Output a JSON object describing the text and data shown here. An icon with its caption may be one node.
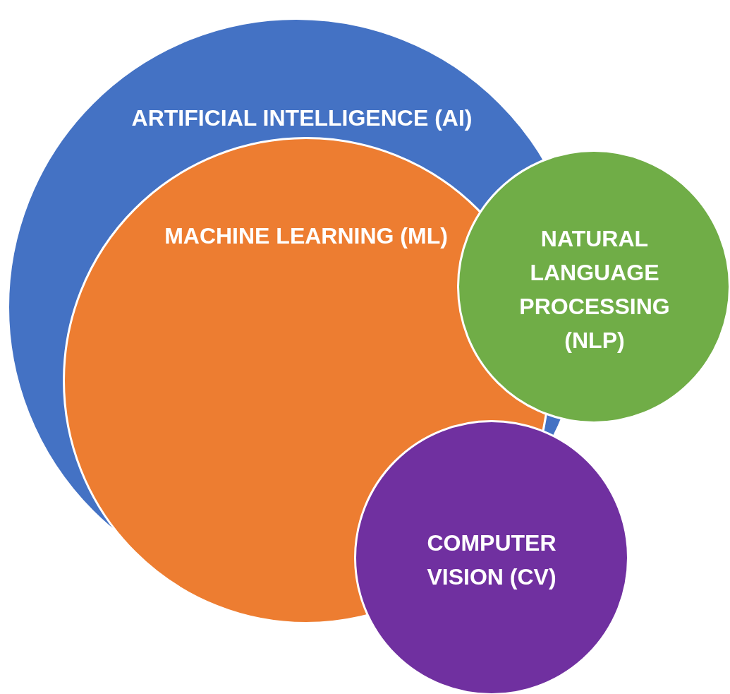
{
  "diagram": {
    "nodes": [
      {
        "text": [
          "ARTIFICIAL INTELLIGENCE (AI)"
        ]
      },
      {
        "text": [
          "MACHINE LEARNING (ML)"
        ]
      },
      {
        "text": [
          "NATURAL LANGUAGE PROCESSING (NLP)"
        ]
      },
      {
        "text": [
          "COMPUTER VISION (CV)"
        ]
      }
    ]
  }
}
